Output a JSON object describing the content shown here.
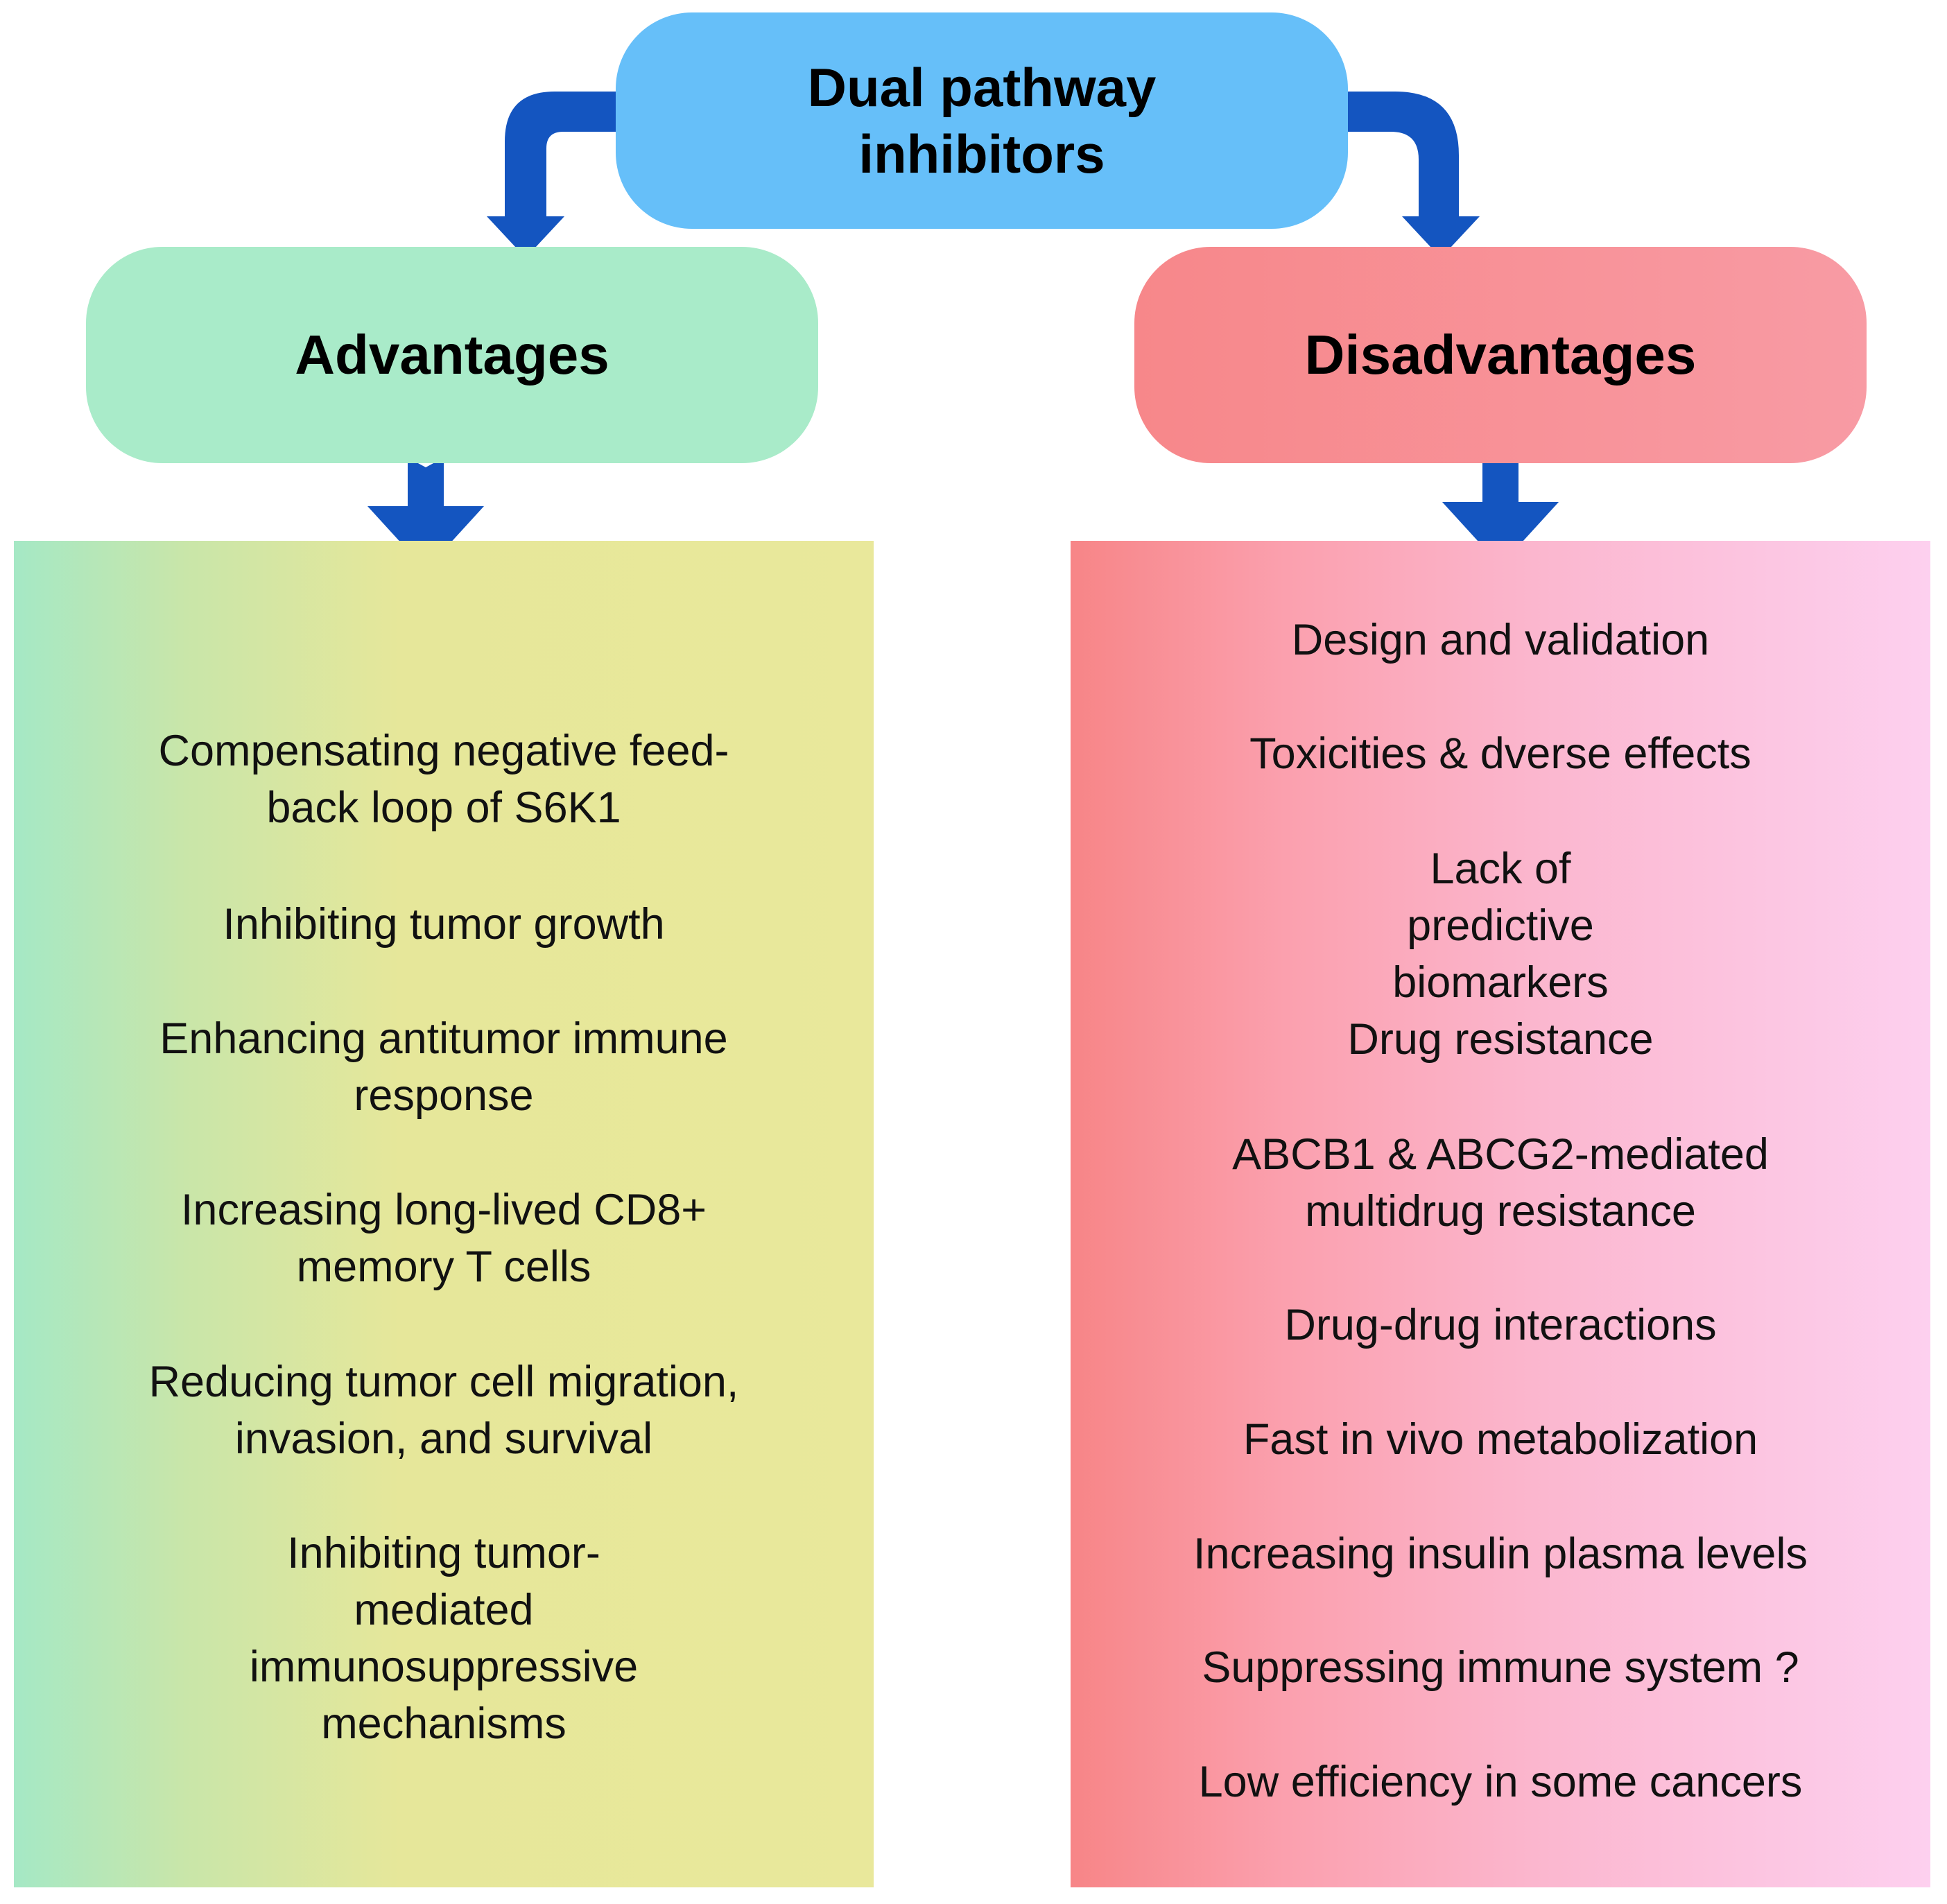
{
  "title": "Dual pathway inhibitors",
  "advantages": {
    "heading": "Advantages",
    "items": [
      "Compensating negative feed-back loop of S6K1",
      "Inhibiting tumor growth",
      "Enhancing antitumor immune response",
      "Increasing  long-lived CD8+ memory T cells",
      "Reducing tumor cell migration, invasion, and survival",
      "Inhibiting tumor-mediated immunosuppressive mechanisms"
    ]
  },
  "disadvantages": {
    "heading": "Disadvantages",
    "items": [
      "Design and validation",
      "Toxicities & dverse effects",
      "Lack of predictive biomarkers",
      "Drug resistance",
      "ABCB1 & ABCG2-mediated multidrug resistance",
      "Drug-drug interactions",
      "Fast in vivo metabolization",
      "Increasing insulin plasma levels",
      "Suppressing immune system ?",
      "Low efficiency in some cancers"
    ]
  },
  "colors": {
    "top_box": "#66bff9",
    "advantages_box": "#a9ebc9",
    "disadvantages_box": "#f7878a",
    "arrow": "#1455c0"
  },
  "icons": [
    "arrow-down-icon",
    "curved-arrow-icon"
  ]
}
